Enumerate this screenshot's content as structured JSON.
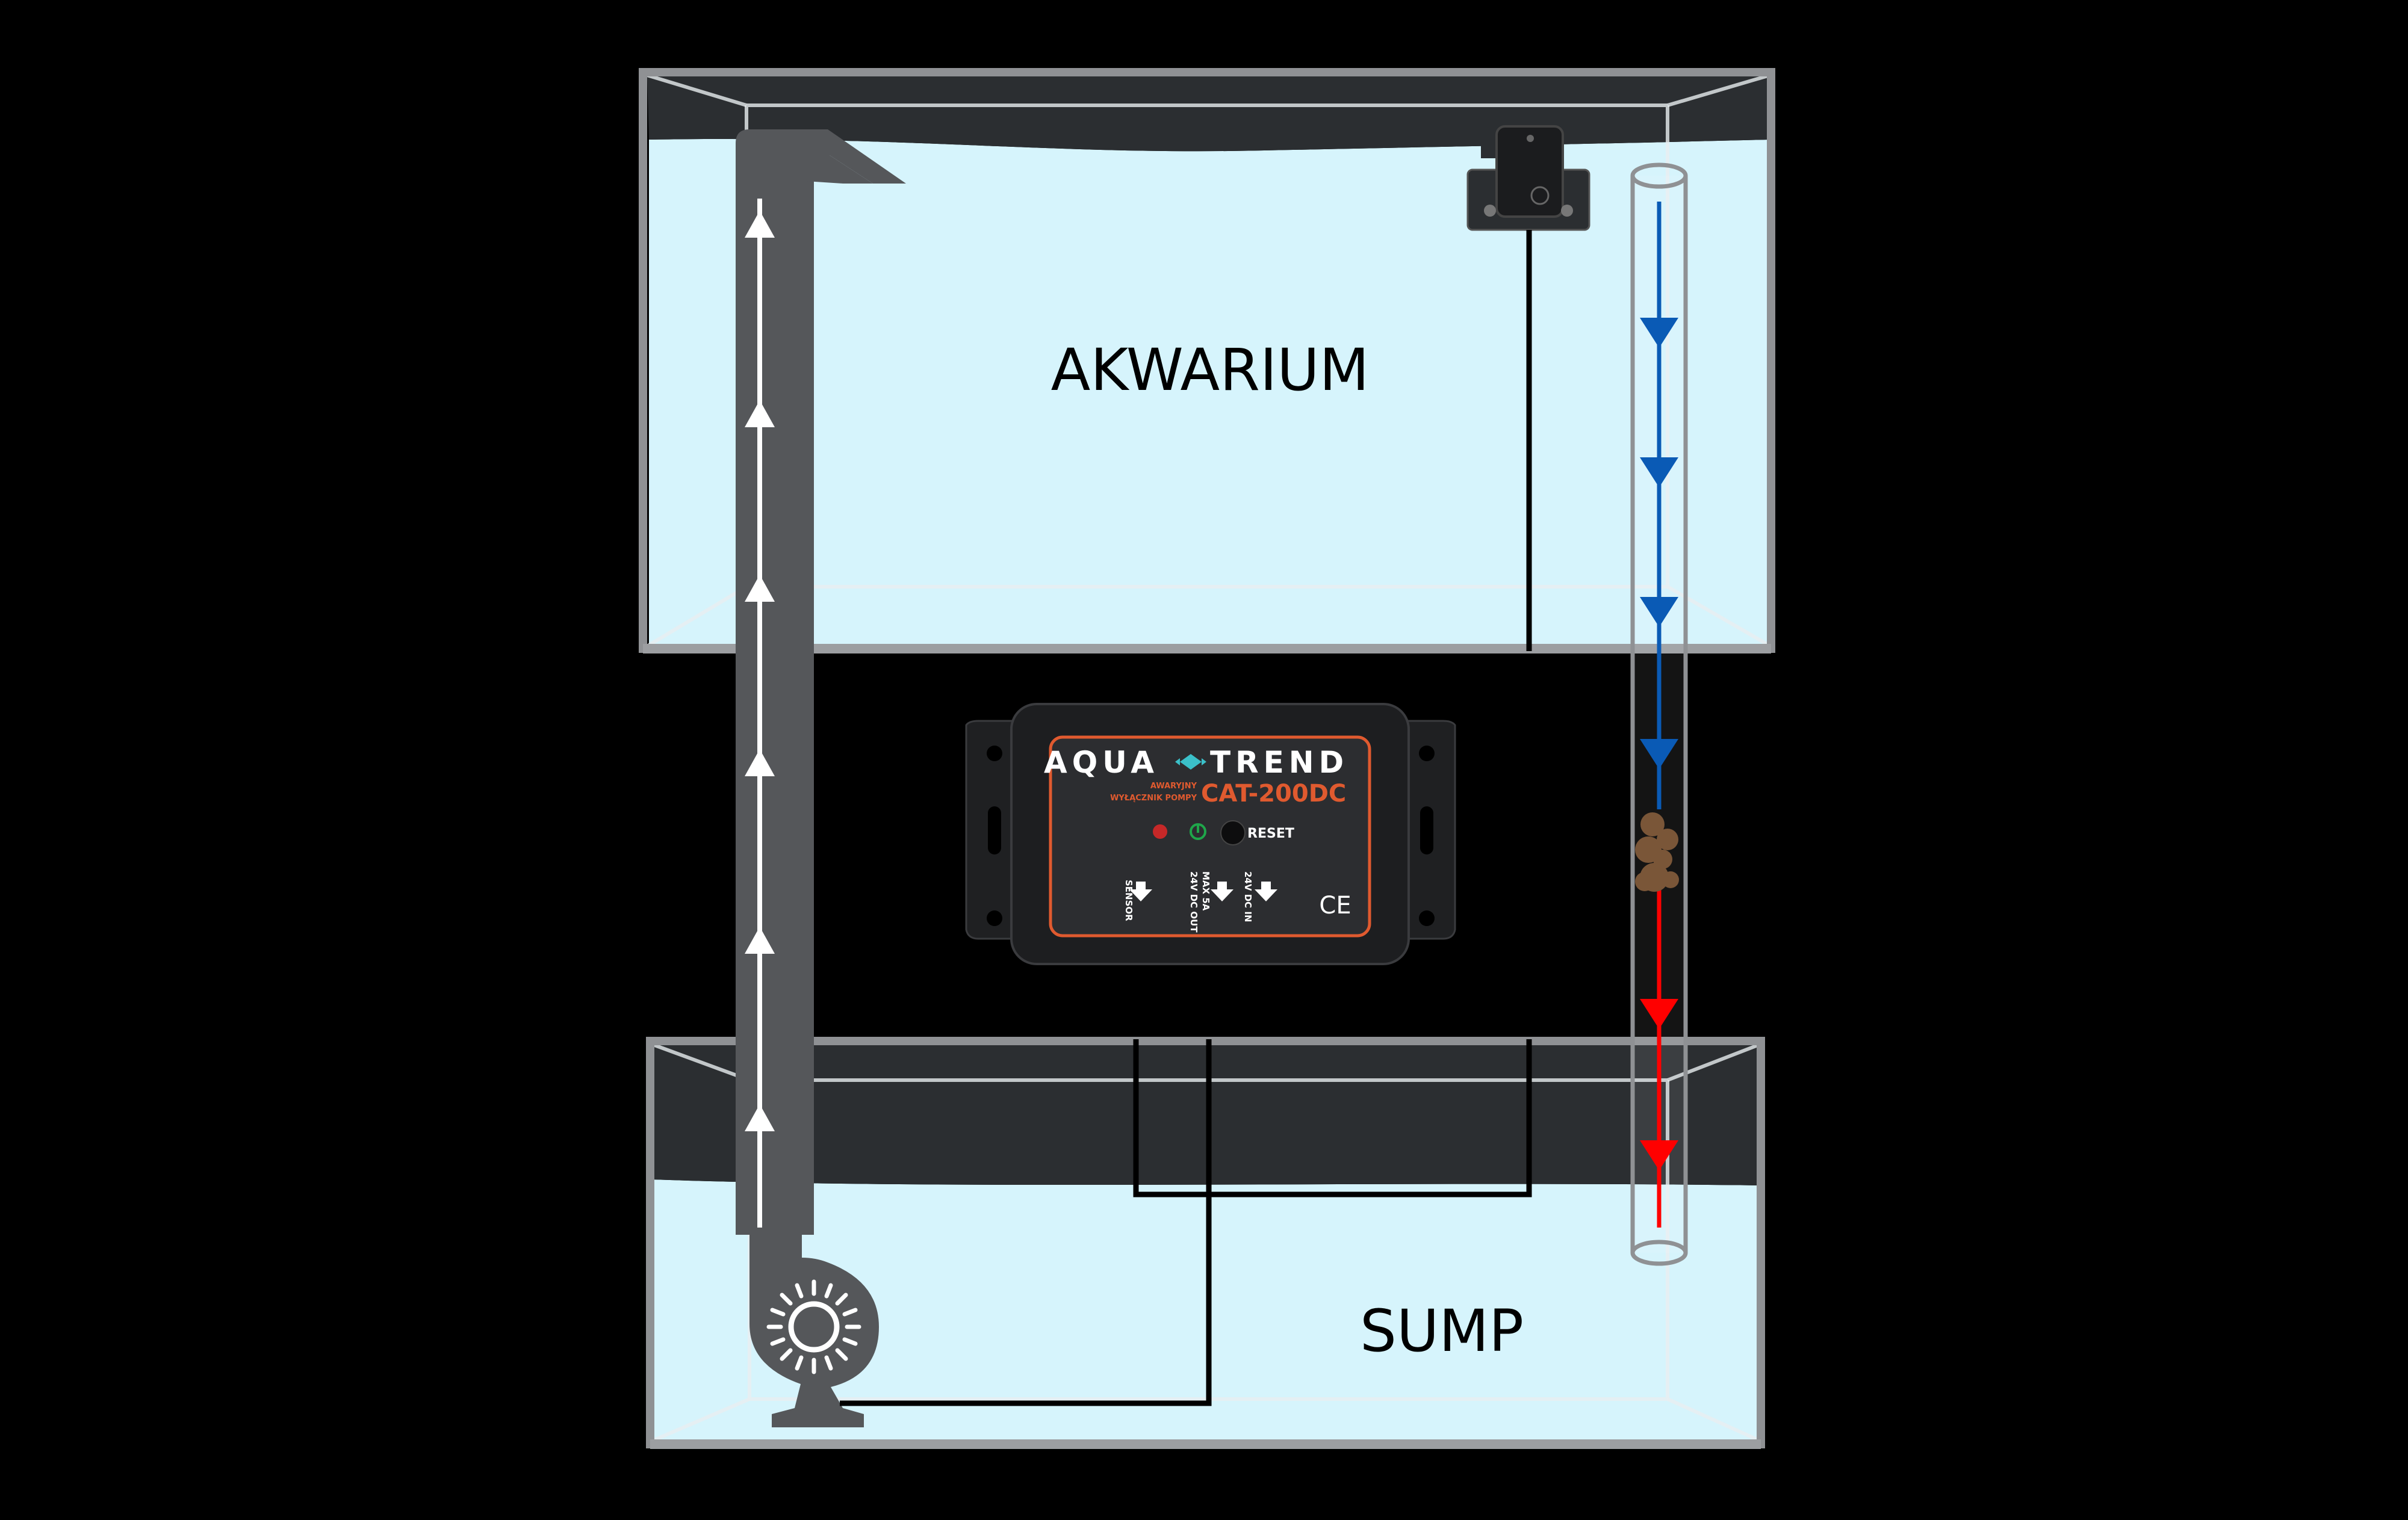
{
  "labels": {
    "aquarium": "AKWARIUM",
    "sump": "SUMP"
  },
  "controller": {
    "brand_left": "AQUA",
    "brand_right": "TREND",
    "subtitle_line1": "AWARYJNY",
    "subtitle_line2": "WYŁĄCZNIK POMPY",
    "model": "CAT-200DC",
    "reset_label": "RESET",
    "port_sensor": "SENSOR",
    "port_out_line1": "24V DC OUT",
    "port_out_line2": "MAX 5A",
    "port_in": "24V DC IN",
    "mark": "CE"
  },
  "colors": {
    "water": "#d6f4fc",
    "tank_rim": "#8f9194",
    "dark_glass": "#2b2e31",
    "pipe": "#55575a",
    "flow_down_clean": "#0a5ab5",
    "flow_down_blocked": "#ff0000",
    "debris": "#7a5638",
    "controller_accent": "#e05a2f",
    "led_red": "#c62828",
    "led_green": "#1fa64a"
  },
  "icons": {
    "pump": "pump-icon",
    "float_sensor": "float-sensor-icon",
    "debris": "debris-clog-icon"
  }
}
